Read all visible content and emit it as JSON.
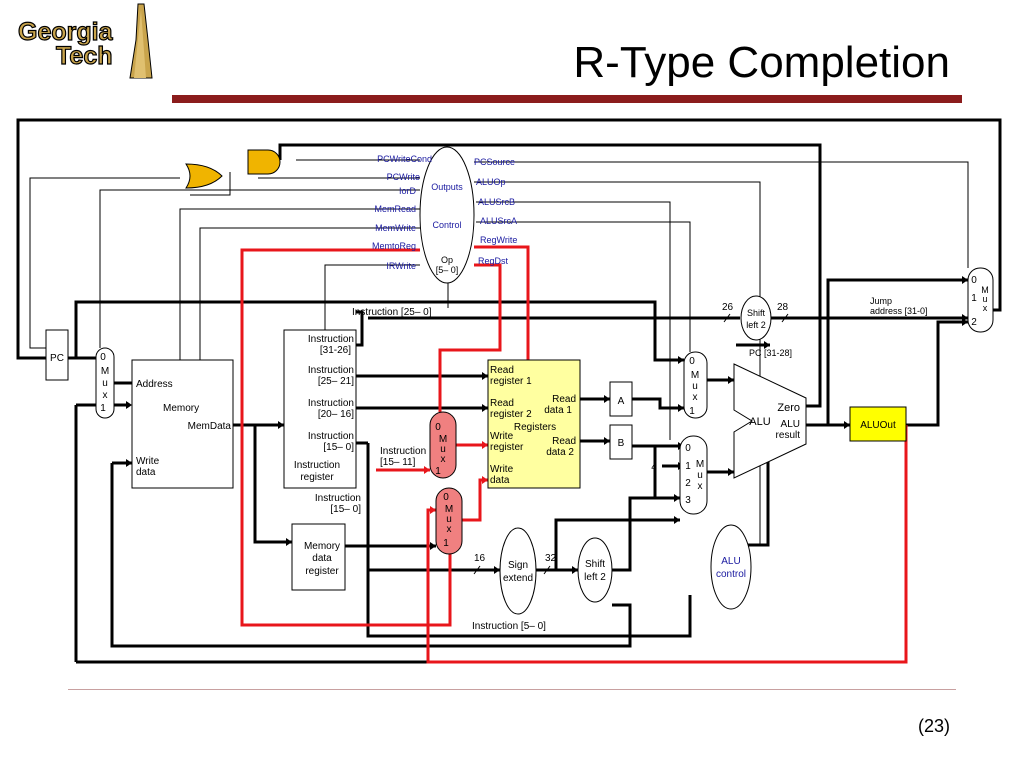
{
  "slide": {
    "title": "R-Type Completion",
    "page_number": "(23)",
    "logo": {
      "line1": "Georgia",
      "line2": "Tech"
    }
  },
  "colors": {
    "title_bar": "#8b1c1c",
    "control_signal_text": "#1a1aa0",
    "active_path": "#e8161b",
    "gate_fill": "#f0b400",
    "register_file_fill": "#ffffa0",
    "aluout_fill": "#ffff00",
    "active_mux_fill": "#f08080"
  },
  "diagram": {
    "control": {
      "outputs": "Outputs",
      "control": "Control",
      "op_line1": "Op",
      "op_line2": "[5– 0]",
      "left_signals": [
        "PCWriteCond",
        "PCWrite",
        "IorD",
        "MemRead",
        "MemWrite",
        "MemtoReg",
        "IRWrite"
      ],
      "right_signals": [
        "PCSource",
        "ALUOp",
        "ALUSrcB",
        "ALUSrcA",
        "RegWrite",
        "RegDst"
      ]
    },
    "pc": "PC",
    "mux_letters": {
      "m": "M",
      "u": "u",
      "x": "x"
    },
    "mux_inputs": {
      "zero": "0",
      "one": "1",
      "two": "2",
      "three": "3"
    },
    "memory": {
      "address": "Address",
      "memory": "Memory",
      "memdata": "MemData",
      "write_line1": "Write",
      "write_line2": "data"
    },
    "instruction_register": {
      "f1_line1": "Instruction",
      "f1_line2": "[31-26]",
      "f2_line1": "Instruction",
      "f2_line2": "[25– 21]",
      "f3_line1": "Instruction",
      "f3_line2": "[20– 16]",
      "f4_line1": "Instruction",
      "f4_line2": "[15– 0]",
      "name_line1": "Instruction",
      "name_line2": "register"
    },
    "instr_25_0": "Instruction [25– 0]",
    "instr_15_11_line1": "Instruction",
    "instr_15_11_line2": "[15– 11]",
    "instr_15_0_line1": "Instruction",
    "instr_15_0_line2": "[15– 0]",
    "instr_5_0": "Instruction [5– 0]",
    "mdr": {
      "line1": "Memory",
      "line2": "data",
      "line3": "register"
    },
    "registers": {
      "rr1_line1": "Read",
      "rr1_line2": "register 1",
      "rr2_line1": "Read",
      "rr2_line2": "register 2",
      "wr_line1": "Write",
      "wr_line2": "register",
      "wd_line1": "Write",
      "wd_line2": "data",
      "rd1_line1": "Read",
      "rd1_line2": "data 1",
      "rd2_line1": "Read",
      "rd2_line2": "data 2",
      "name": "Registers"
    },
    "reg_a": "A",
    "reg_b": "B",
    "sign_extend": {
      "line1": "Sign",
      "line2": "extend"
    },
    "bits_16": "16",
    "bits_32": "32",
    "bits_26": "26",
    "bits_28": "28",
    "const_4": "4",
    "shift_left_2": {
      "line1": "Shift",
      "line2": "left 2"
    },
    "alu": {
      "name": "ALU",
      "zero": "Zero",
      "result_line1": "ALU",
      "result_line2": "result"
    },
    "aluout": "ALUOut",
    "alu_control": {
      "line1": "ALU",
      "line2": "control"
    },
    "jump": {
      "line1": "Jump",
      "line2": "address [31-0]"
    },
    "pc_31_28": "PC [31-28]"
  }
}
